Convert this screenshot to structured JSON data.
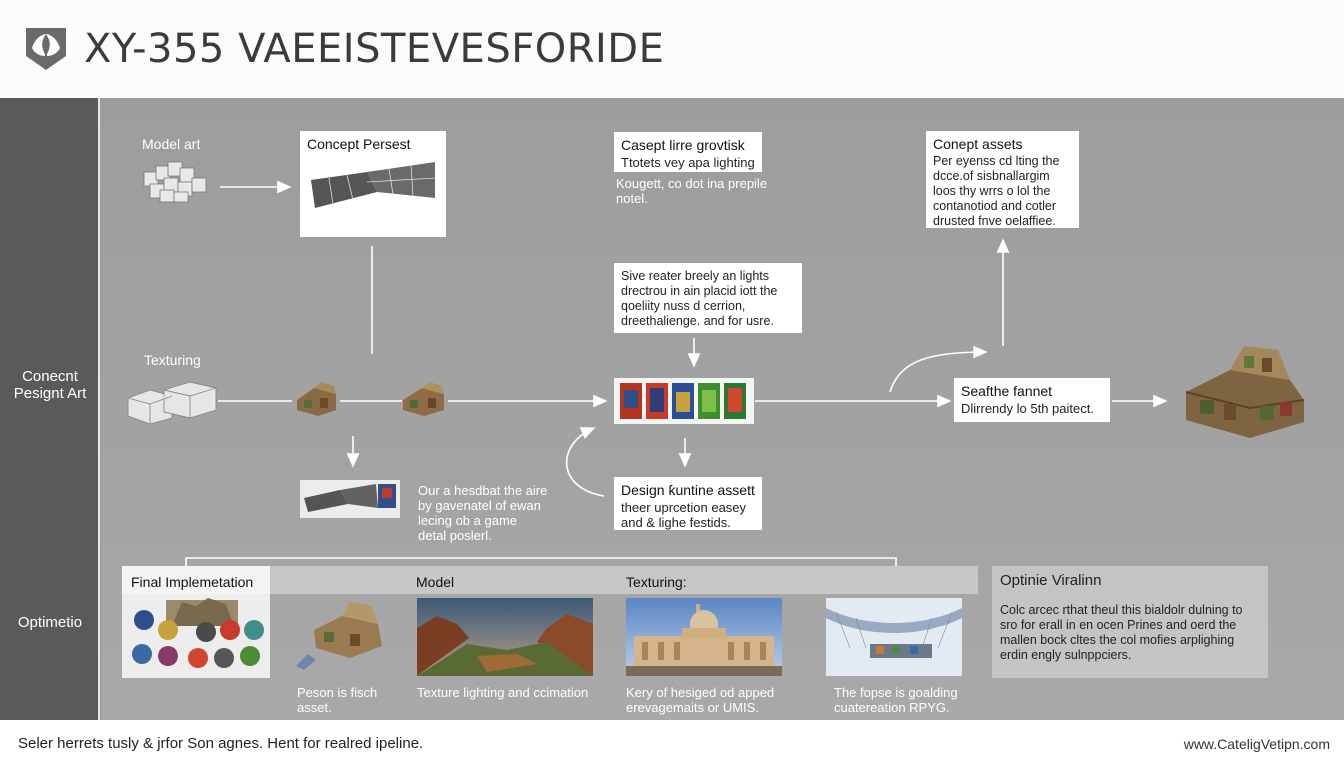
{
  "header": {
    "title": "XY-355 VAEEISTEVESFORIDE"
  },
  "sidebar": {
    "concept_label": "Conecnt Pesignt Art",
    "optim_label": "Optimetio"
  },
  "flow": {
    "model_art": "Model art",
    "texturing": "Texturing",
    "concept_preset_title": "Concept Persest",
    "lighting_title": "Casept lirre grovtisk",
    "lighting_line": "Ttotets vey apa lighting",
    "lighting_note": "Kougett, co dot ina prepile notel.",
    "assets_title": "Conept assets",
    "assets_text": "Per eyenss cd lting the dcce.of sisbnallargim loos thy wrrs o lol the contanotiod and cotler drusted fnve oelaffiee.",
    "shader_text": "Sive reater breely an lights drectrou in ain placid iott the qoeliity nuss d cerrion, dreethalienge. and for usre.",
    "format_title": "Seafthe fannet",
    "format_line": "Dlirrendy lo 5th paitect.",
    "design_title": "Design ƙuntine assett",
    "design_text": "theer uprcetion easey and & lighe festids.",
    "side_note": "Our a hesdbat the aire by gavenatel of ewan lecing ob a game detal poslerl."
  },
  "bottom": {
    "final_impl": "Final Implemetation",
    "model": "Model",
    "texturing": "Texturing:",
    "cap_1": "Peson is fisch asset.",
    "cap_2": "Texture lighting and ccimation",
    "cap_3": "Kery of hesiged od apped erevagemaits or UMIS.",
    "cap_4": "The fopse is goalding cuatereation RPYG.",
    "panel_title": "Optinie Viralinn",
    "panel_text": "Colc arcec rthat theul this bialdolr dulning to sro for erall in en ocen Prines and oerd the mallen bock cltes the col mofies arplighing erdin engly sulnppciers."
  },
  "footer": {
    "left": "Seler herrets tusly & jrfor Son agnes. Hent for realred ipeline.",
    "right": "www.CateligVetipn.com"
  },
  "colors": {
    "sidebar": "#5a5a5a",
    "canvas": "#a0a0a0",
    "arrow": "#ffffff"
  }
}
